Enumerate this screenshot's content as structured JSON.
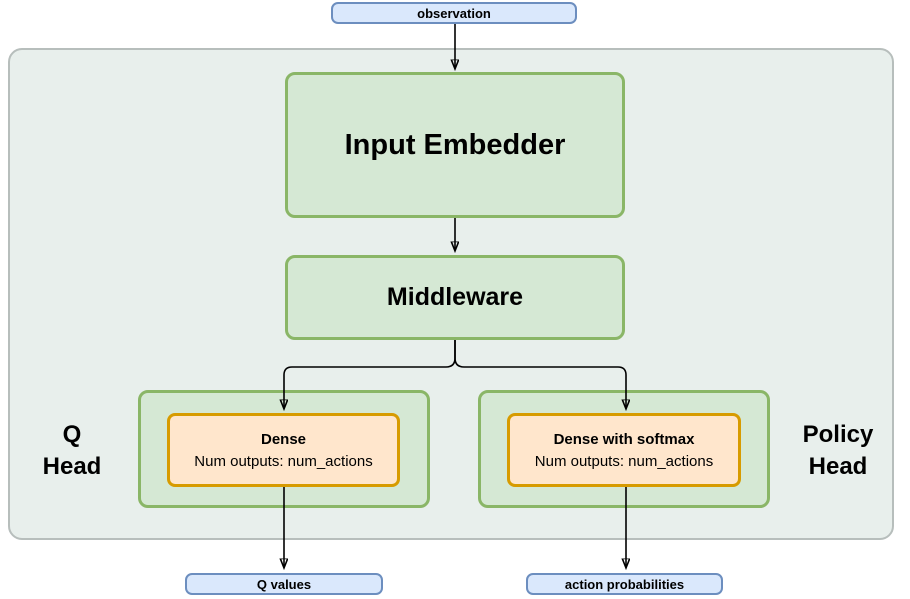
{
  "diagram": {
    "description": "Reinforcement-learning network architecture flowchart",
    "nodes": {
      "observation": {
        "label": "observation"
      },
      "input_embedder": {
        "label": "Input Embedder"
      },
      "middleware": {
        "label": "Middleware"
      },
      "q_head": {
        "label": "Q\nHead",
        "dense": {
          "title": "Dense",
          "subtitle": "Num outputs: num_actions"
        }
      },
      "policy_head": {
        "label": "Policy\nHead",
        "dense": {
          "title": "Dense with softmax",
          "subtitle": "Num outputs: num_actions"
        }
      },
      "q_values": {
        "label": "Q values"
      },
      "action_probabilities": {
        "label": "action probabilities"
      }
    },
    "edges": [
      {
        "from": "observation",
        "to": "input_embedder"
      },
      {
        "from": "input_embedder",
        "to": "middleware"
      },
      {
        "from": "middleware",
        "to": "q_head.dense"
      },
      {
        "from": "middleware",
        "to": "policy_head.dense"
      },
      {
        "from": "q_head.dense",
        "to": "q_values"
      },
      {
        "from": "policy_head.dense",
        "to": "action_probabilities"
      }
    ],
    "colors": {
      "container_fill": "#e8efec",
      "container_border": "#b7bebc",
      "green_fill": "#d5e8d4",
      "green_border": "#8ab667",
      "orange_fill": "#ffe6cc",
      "orange_border": "#d79b00",
      "blue_fill": "#dae8fc",
      "blue_border": "#6c8ebf",
      "arrow": "#000000"
    }
  }
}
